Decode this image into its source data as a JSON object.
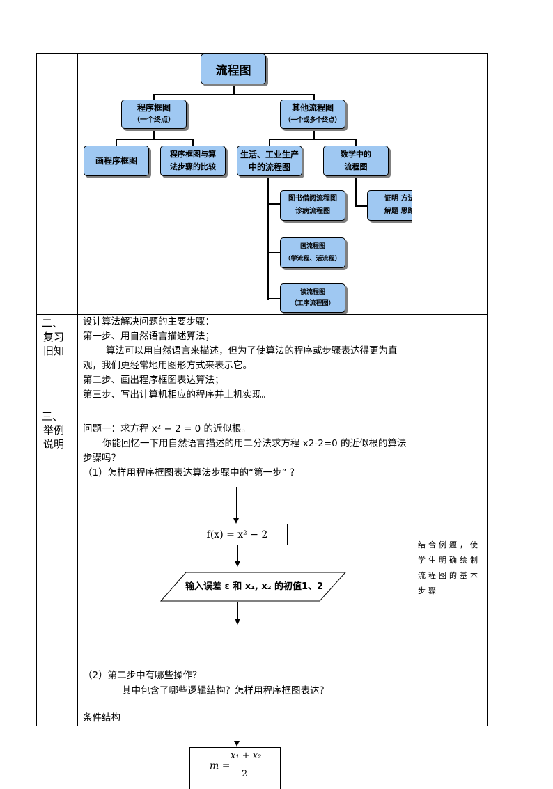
{
  "concept_map": {
    "root": "流程图",
    "left_node": {
      "title": "程序框图",
      "subtitle": "（一个终点）"
    },
    "right_node": {
      "title": "其他流程图",
      "subtitle": "（一个或多个终点）"
    },
    "left_children": [
      {
        "line1": "画程序框图",
        "line2": ""
      },
      {
        "line1": "程序框图与算",
        "line2": "法步骤的比较"
      }
    ],
    "right_children": [
      {
        "line1": "生活、工业生产",
        "line2": "中的流程图"
      },
      {
        "line1": "数学中的",
        "line2": "流程图"
      }
    ],
    "life_children": [
      {
        "line1": "图书借阅流程图",
        "line2": "诊病流程图"
      },
      {
        "line1": "画流程图",
        "line2": "（学流程、活流程）"
      },
      {
        "line1": "读流程图",
        "line2": "（工序流程图）"
      }
    ],
    "math_children": [
      {
        "line1": "证明 方法",
        "line2": "解题 思路"
      }
    ]
  },
  "rows": {
    "review": {
      "label_lines": [
        "二、",
        "复习",
        "旧知"
      ],
      "lines": [
        "设计算法解决问题的主要步骤：",
        "第一步、用自然语言描述算法；",
        "算法可以用自然语言来描述，但为了使算法的程序或步骤表达得更为直",
        "观，我们更经常地用图形方式来表示它。",
        "第二步、画出程序框图表达算法；",
        "第三步、写出计算机相应的程序并上机实现。"
      ]
    },
    "example": {
      "label_lines": [
        "三、",
        "举例",
        "说明"
      ],
      "problem": "问题一：求方程 x² − 2 = 0 的近似根。",
      "recall_line1": "你能回忆一下用自然语言描述的用二分法求方程 x2-2=0 的近似根的算法",
      "recall_line2": "步骤吗？",
      "q1": "（1）怎样用程序框图表达算法步骤中的“第一步” ？",
      "fx_box": "f(x) = x² − 2",
      "input_box": "输入误差 ε 和  x₁, x₂ 的初值1、2",
      "q2": "（2）第二步中有哪些操作？",
      "q2_detail": "其中包含了哪些逻辑结构？怎样用程序框图表达？",
      "condition": "条件结构",
      "note": "结合例题，使学生明确绘制流程图的基本步骤"
    }
  },
  "below_table": {
    "m_formula_lhs": "m =",
    "m_numerator": "x₁ + x₂",
    "m_denominator": "2"
  }
}
